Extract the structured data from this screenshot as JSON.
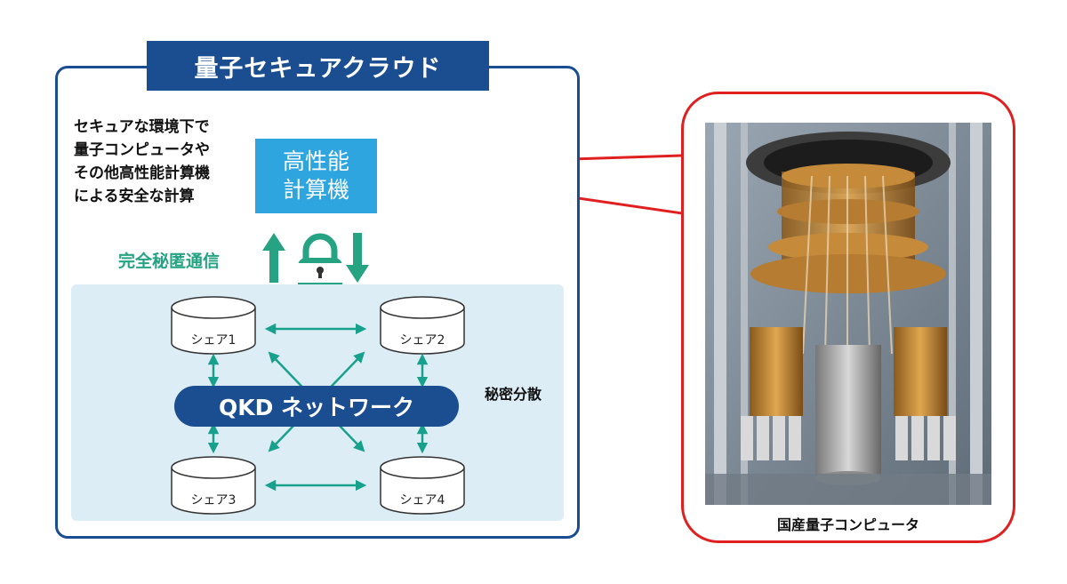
{
  "cloud": {
    "title": "量子セキュアクラウド",
    "description": "セキュアな環境下で\n量子コンピュータや\nその他高性能計算機\nによる安全な計算",
    "hpc_label": "高性能\n計算機",
    "secure_comm_label": "完全秘匿通信",
    "network_label": "QKD ネットワーク",
    "secret_sharing_label": "秘密分散",
    "shares": [
      "シェア1",
      "シェア2",
      "シェア3",
      "シェア4"
    ]
  },
  "quantum_computer": {
    "caption": "国産量子コンピュータ"
  },
  "colors": {
    "navy": "#1b4d91",
    "sky": "#2ea5de",
    "teal": "#26a383",
    "red": "#e02020",
    "light_bg": "#ddedf5"
  },
  "icons": [
    "padlock-icon",
    "up-arrow-icon",
    "down-arrow-icon",
    "database-cylinder-icon"
  ]
}
